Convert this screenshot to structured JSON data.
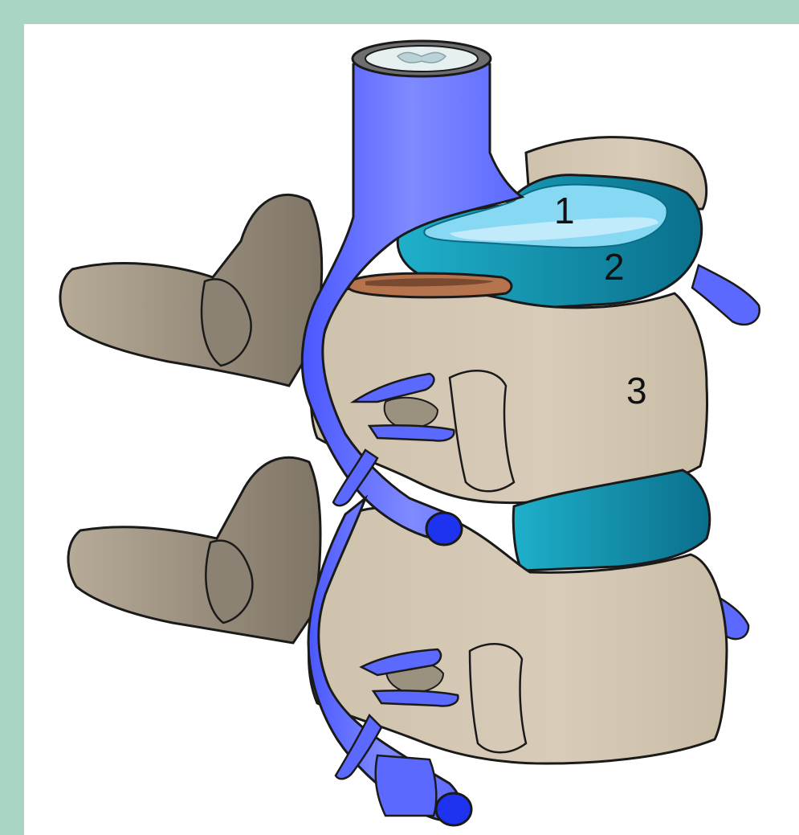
{
  "colors": {
    "background_frame": "#a8d5c4",
    "panel": "#ffffff",
    "bone": "#d6c9b5",
    "bone_shadow": "#8c8274",
    "vein": "#6e7bff",
    "vein_dark": "#2f3bf0",
    "nucleus_pulposus": "#86d8f3",
    "annulus_fibrosus": "#1aa3bf",
    "annulus_dark": "#0b6c86",
    "cut_surface": "#b5744e",
    "outline": "#1a1a1a"
  },
  "labels": [
    {
      "id": "label-1",
      "text": "1"
    },
    {
      "id": "label-2",
      "text": "2"
    },
    {
      "id": "label-3",
      "text": "3"
    }
  ]
}
